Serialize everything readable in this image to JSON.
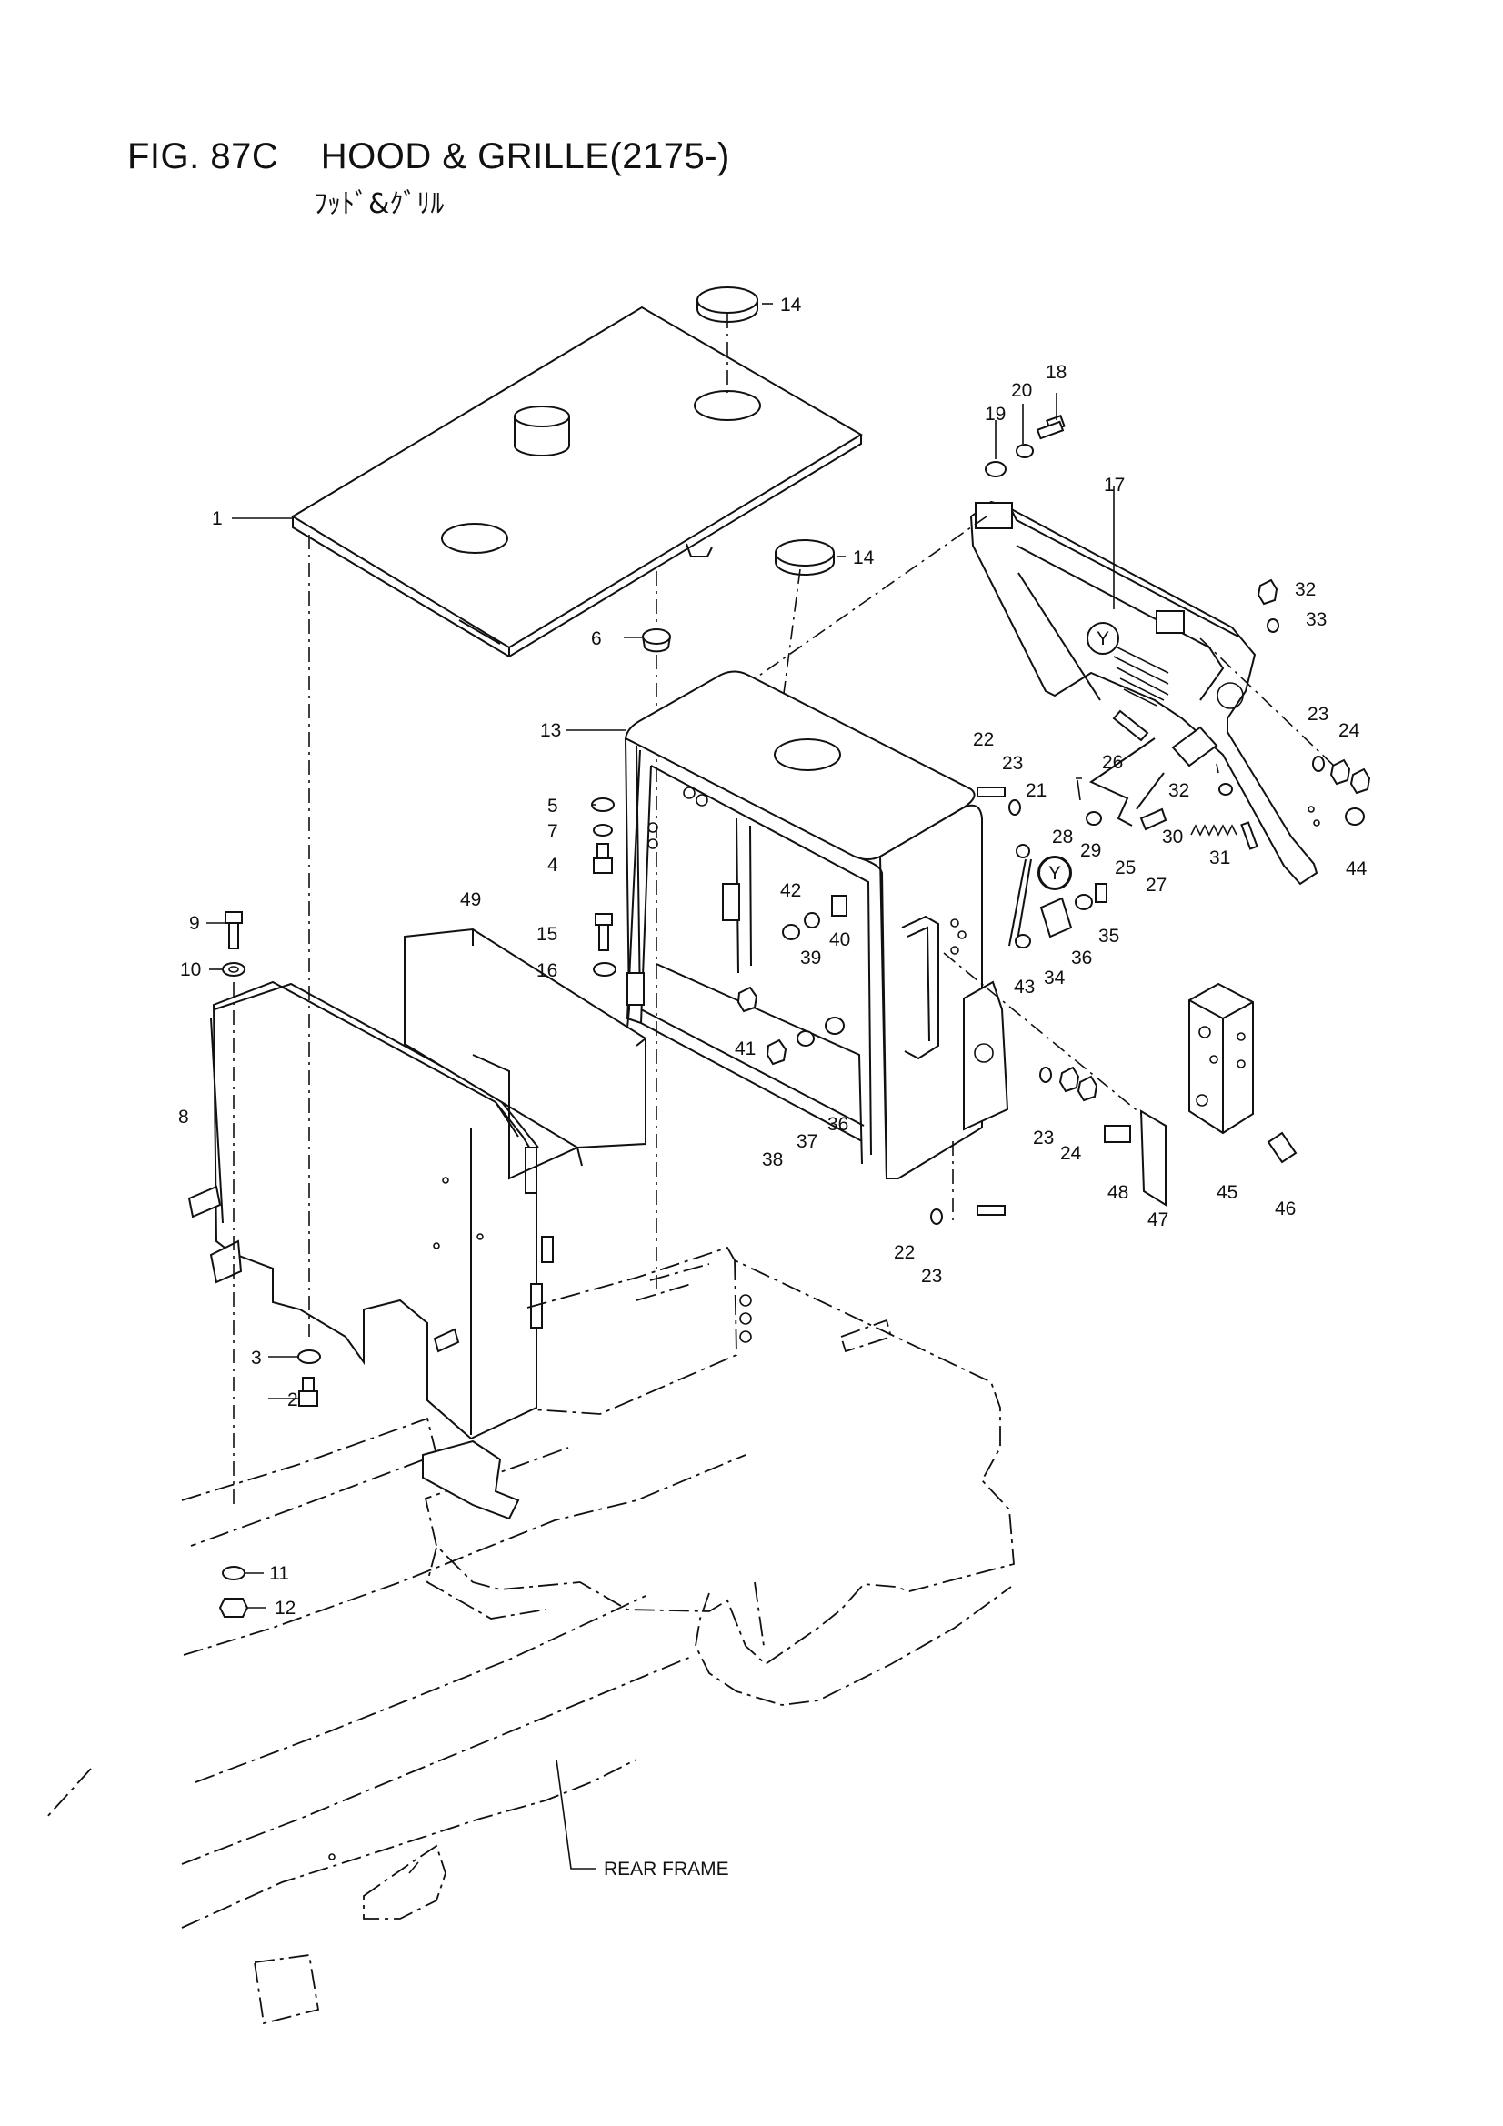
{
  "figure": {
    "title": "FIG. 87C    HOOD & GRILLE(2175-)",
    "subtitle": "ﾌｯﾄﾞ&ｸﾞﾘﾙ"
  },
  "frame_label": "REAR FRAME",
  "view_marker": "Y",
  "callouts": [
    {
      "id": "c1",
      "text": "1"
    },
    {
      "id": "c2",
      "text": "2"
    },
    {
      "id": "c3",
      "text": "3"
    },
    {
      "id": "c4",
      "text": "4"
    },
    {
      "id": "c5",
      "text": "5"
    },
    {
      "id": "c6",
      "text": "6"
    },
    {
      "id": "c7",
      "text": "7"
    },
    {
      "id": "c8",
      "text": "8"
    },
    {
      "id": "c9",
      "text": "9"
    },
    {
      "id": "c10",
      "text": "10"
    },
    {
      "id": "c11",
      "text": "11"
    },
    {
      "id": "c12",
      "text": "12"
    },
    {
      "id": "c13",
      "text": "13"
    },
    {
      "id": "c14a",
      "text": "14"
    },
    {
      "id": "c14b",
      "text": "14"
    },
    {
      "id": "c15",
      "text": "15"
    },
    {
      "id": "c16",
      "text": "16"
    },
    {
      "id": "c17",
      "text": "17"
    },
    {
      "id": "c18",
      "text": "18"
    },
    {
      "id": "c19",
      "text": "19"
    },
    {
      "id": "c20",
      "text": "20"
    },
    {
      "id": "c21",
      "text": "21"
    },
    {
      "id": "c22a",
      "text": "22"
    },
    {
      "id": "c22b",
      "text": "22"
    },
    {
      "id": "c23a",
      "text": "23"
    },
    {
      "id": "c23b",
      "text": "23"
    },
    {
      "id": "c23c",
      "text": "23"
    },
    {
      "id": "c23d",
      "text": "23"
    },
    {
      "id": "c24a",
      "text": "24"
    },
    {
      "id": "c24b",
      "text": "24"
    },
    {
      "id": "c25",
      "text": "25"
    },
    {
      "id": "c26",
      "text": "26"
    },
    {
      "id": "c27",
      "text": "27"
    },
    {
      "id": "c28",
      "text": "28"
    },
    {
      "id": "c29",
      "text": "29"
    },
    {
      "id": "c30",
      "text": "30"
    },
    {
      "id": "c31",
      "text": "31"
    },
    {
      "id": "c32a",
      "text": "32"
    },
    {
      "id": "c32b",
      "text": "32"
    },
    {
      "id": "c33",
      "text": "33"
    },
    {
      "id": "c34",
      "text": "34"
    },
    {
      "id": "c35",
      "text": "35"
    },
    {
      "id": "c36a",
      "text": "36"
    },
    {
      "id": "c36b",
      "text": "36"
    },
    {
      "id": "c37",
      "text": "37"
    },
    {
      "id": "c38",
      "text": "38"
    },
    {
      "id": "c39",
      "text": "39"
    },
    {
      "id": "c40",
      "text": "40"
    },
    {
      "id": "c41",
      "text": "41"
    },
    {
      "id": "c42",
      "text": "42"
    },
    {
      "id": "c43",
      "text": "43"
    },
    {
      "id": "c44",
      "text": "44"
    },
    {
      "id": "c45",
      "text": "45"
    },
    {
      "id": "c46",
      "text": "46"
    },
    {
      "id": "c47",
      "text": "47"
    },
    {
      "id": "c48",
      "text": "48"
    },
    {
      "id": "c49",
      "text": "49"
    }
  ]
}
